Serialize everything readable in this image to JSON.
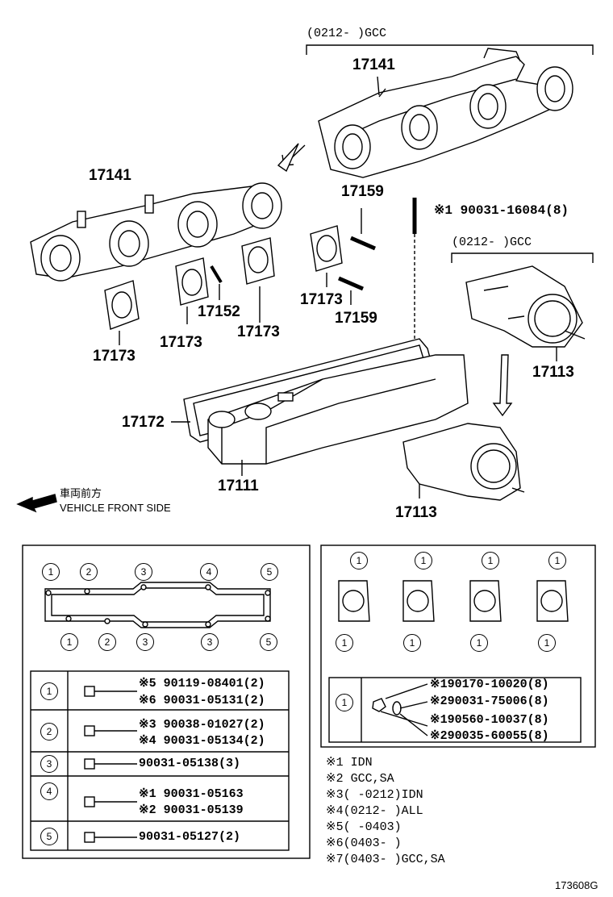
{
  "upper": {
    "bracket_gcc_top": "(0212-      )GCC",
    "bracket_gcc_mid": "(0212-      )GCC",
    "p_17141_a": "17141",
    "p_17141_b": "17141",
    "p_17159_a": "17159",
    "p_17159_b": "17159",
    "p_17173_a": "17173",
    "p_17173_b": "17173",
    "p_17173_c": "17173",
    "p_17173_d": "17173",
    "p_17152": "17152",
    "p_17172": "17172",
    "p_17111": "17111",
    "p_17113_a": "17113",
    "p_17113_b": "17113",
    "stud_note": "※1 90031-16084(8)",
    "front_jp": "車両前方",
    "front_en": "VEHICLE FRONT SIDE"
  },
  "left_panel": {
    "top_numbers": [
      "1",
      "2",
      "3",
      "4",
      "5"
    ],
    "bottom_numbers": [
      "1",
      "2",
      "3",
      "3",
      "5"
    ],
    "rows": [
      {
        "key": "1",
        "lines": [
          "※5 90119-08401(2)",
          "※6 90031-05131(2)"
        ]
      },
      {
        "key": "2",
        "lines": [
          "※3  90038-01027(2)",
          "※4  90031-05134(2)"
        ]
      },
      {
        "key": "3",
        "lines": [
          "90031-05138(3)"
        ]
      },
      {
        "key": "4",
        "lines": [
          "※1  90031-05163",
          "※2  90031-05139"
        ]
      },
      {
        "key": "5",
        "lines": [
          "90031-05127(2)"
        ]
      }
    ]
  },
  "right_panel": {
    "top_numbers": [
      "1",
      "1",
      "1",
      "1"
    ],
    "bottom_numbers": [
      "1",
      "1",
      "1",
      "1"
    ],
    "row_key": "1",
    "lines": [
      "※190170-10020(8)",
      "※290031-75006(8)",
      "※190560-10037(8)",
      "※290035-60055(8)"
    ]
  },
  "notes": [
    "※1 IDN",
    "※2 GCC,SA",
    "※3(    -0212)IDN",
    "※4(0212-     )ALL",
    "※5(    -0403)",
    "※6(0403-     )",
    "※7(0403-     )GCC,SA"
  ],
  "figure_id": "173608G"
}
